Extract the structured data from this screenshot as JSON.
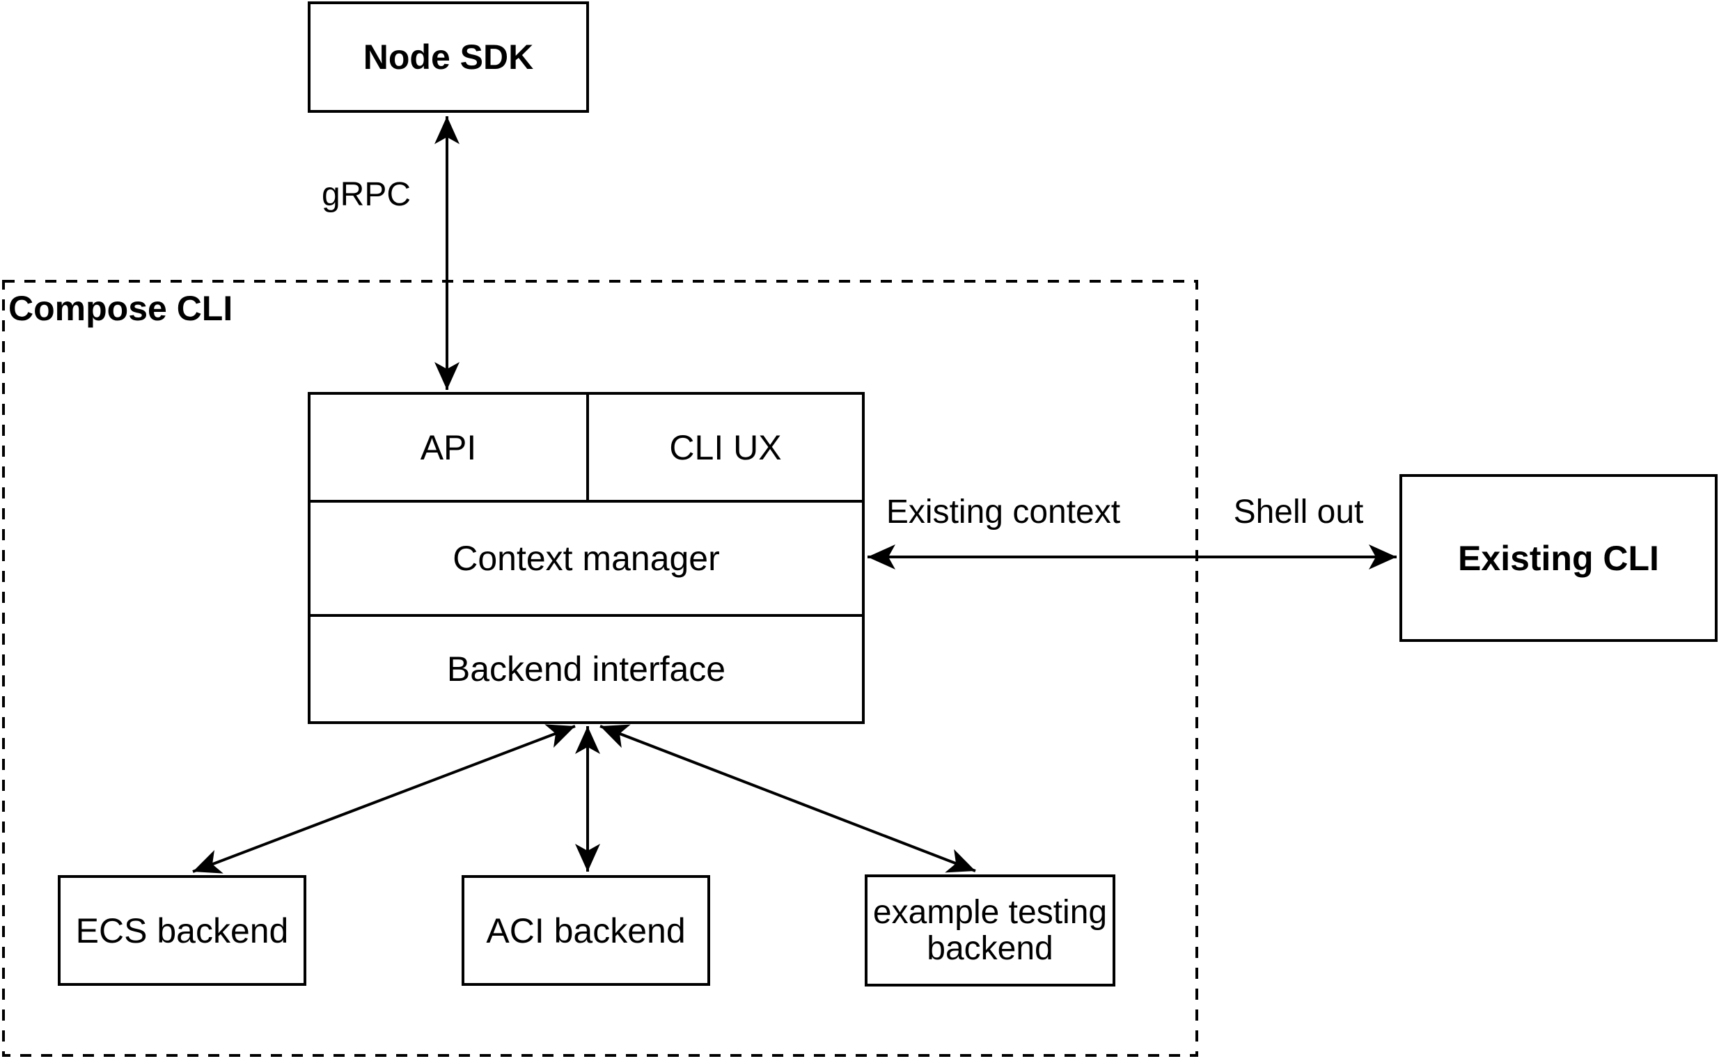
{
  "diagram": {
    "background": "#ffffff",
    "stroke_color": "#000000",
    "nodes": {
      "node_sdk": "Node SDK",
      "compose_cli_group": "Compose CLI",
      "api": "API",
      "cli_ux": "CLI UX",
      "context_manager": "Context manager",
      "backend_interface": "Backend interface",
      "existing_cli": "Existing CLI",
      "ecs_backend": "ECS backend",
      "aci_backend": "ACI backend",
      "example_testing_backend": "example testing backend"
    },
    "edge_labels": {
      "grpc": "gRPC",
      "existing_context": "Existing context",
      "shell_out": "Shell out"
    }
  }
}
